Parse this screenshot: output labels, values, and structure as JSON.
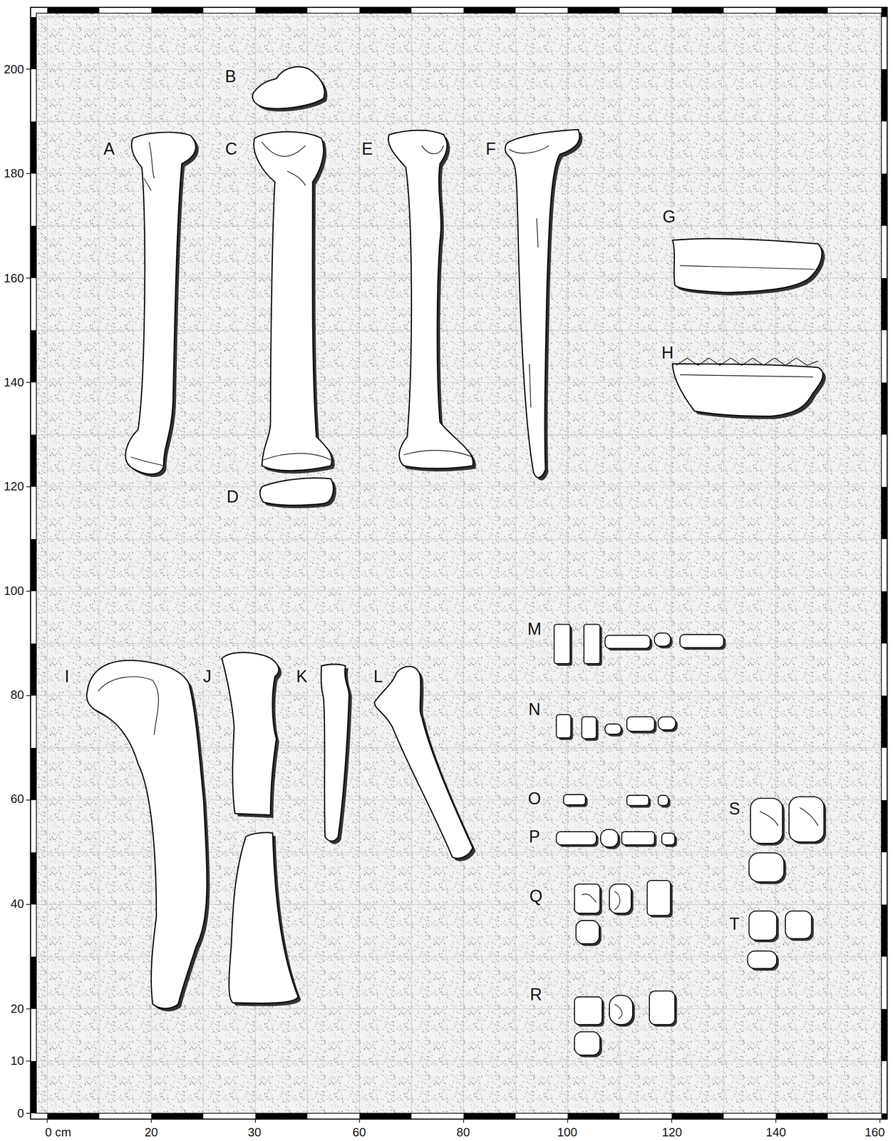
{
  "diagram": {
    "labels": [
      "A",
      "B",
      "C",
      "D",
      "E",
      "F",
      "G",
      "H",
      "I",
      "J",
      "K",
      "L",
      "M",
      "N",
      "O",
      "P",
      "Q",
      "R",
      "S",
      "T",
      "200",
      "180",
      "160",
      "140",
      "120",
      "100",
      "80",
      "60",
      "40",
      "20",
      "10",
      "0",
      "0 cm",
      "20",
      "30",
      "60",
      "80",
      "100",
      "120",
      "140",
      "160"
    ]
  }
}
